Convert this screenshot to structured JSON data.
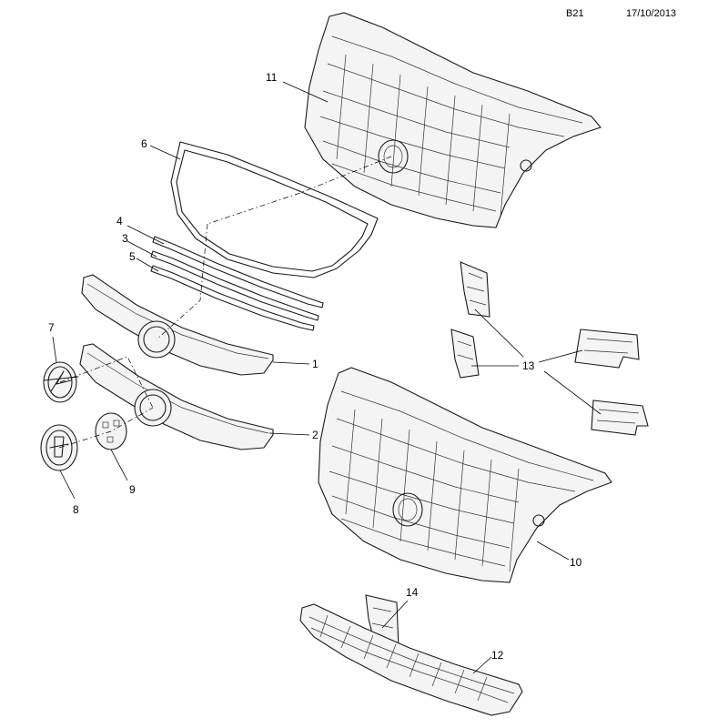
{
  "header": {
    "code": "B21",
    "date": "17/10/2013"
  },
  "callouts": [
    {
      "id": "c1",
      "label": "1"
    },
    {
      "id": "c2",
      "label": "2"
    },
    {
      "id": "c3",
      "label": "3"
    },
    {
      "id": "c4",
      "label": "4"
    },
    {
      "id": "c5",
      "label": "5"
    },
    {
      "id": "c6",
      "label": "6"
    },
    {
      "id": "c7",
      "label": "7"
    },
    {
      "id": "c8",
      "label": "8"
    },
    {
      "id": "c9",
      "label": "9"
    },
    {
      "id": "c10",
      "label": "10"
    },
    {
      "id": "c11",
      "label": "11"
    },
    {
      "id": "c12",
      "label": "12"
    },
    {
      "id": "c13",
      "label": "13"
    },
    {
      "id": "c14",
      "label": "14"
    }
  ]
}
